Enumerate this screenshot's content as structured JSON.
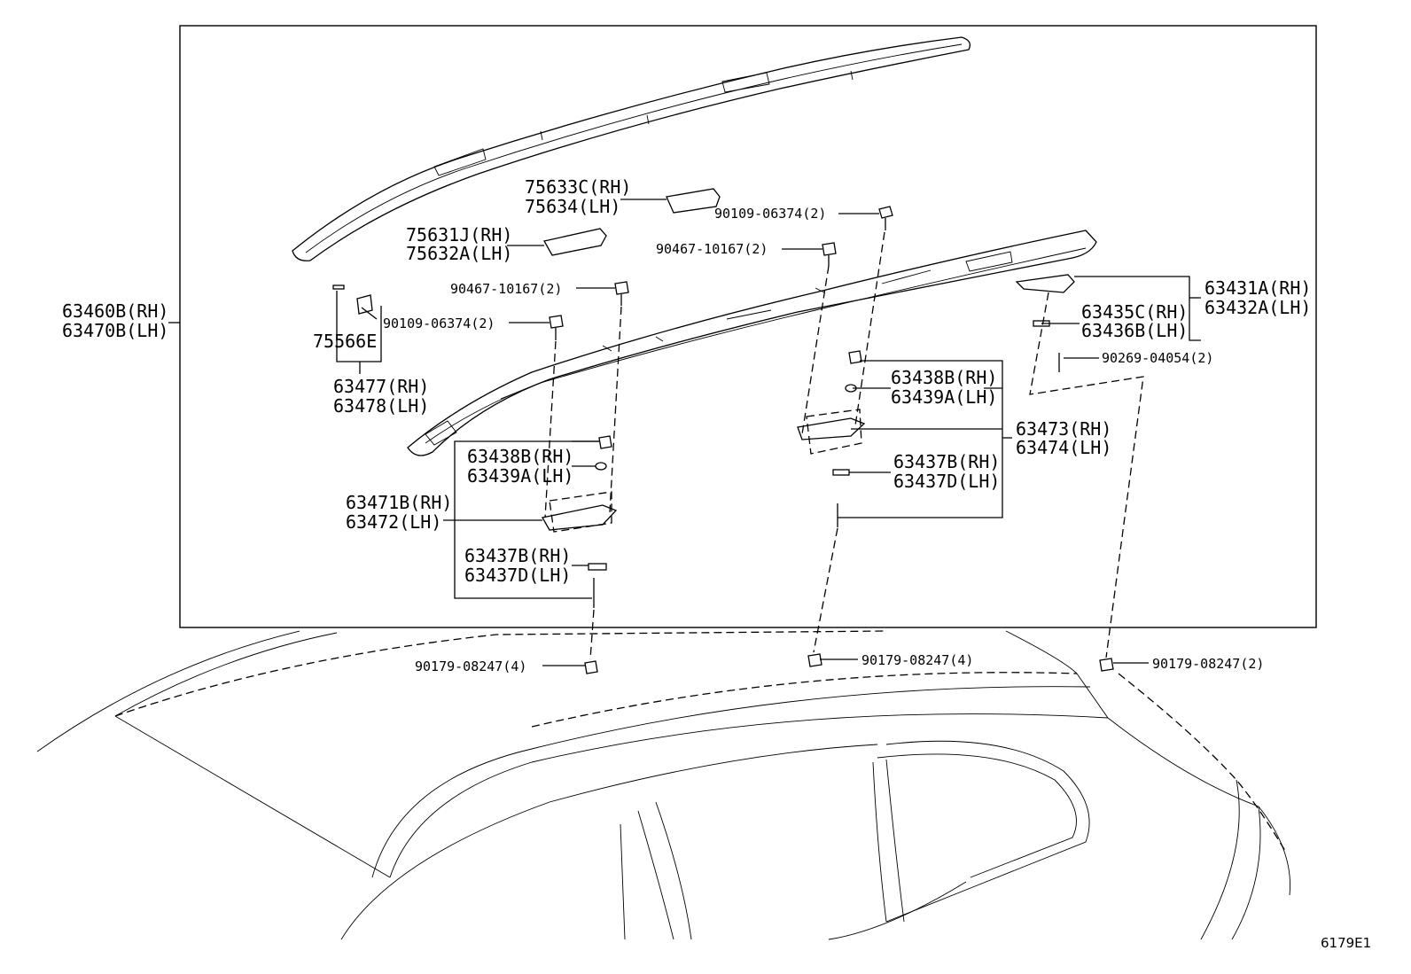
{
  "figure_ref": "6179E1",
  "labels": {
    "rail_rh": "63460B(RH)",
    "rail_lh": "63470B(LH)",
    "cover_front_rh": "75633C(RH)",
    "cover_front_lh": "75634(LH)",
    "cover_rear_rh": "75631J(RH)",
    "cover_rear_lh": "75632A(LH)",
    "bolt_top_right": "90109-06374(2)",
    "clip_mid": "90467-10167(2)",
    "clip_left": "90467-10167(2)",
    "bolt_left": "90109-06374(2)",
    "pad": "75566E",
    "end_cover_rh": "63477(RH)",
    "end_cover_lh": "63478(LH)",
    "cover_end_rh": "63431A(RH)",
    "cover_end_lh": "63432A(LH)",
    "gasket_end_rh": "63435C(RH)",
    "gasket_end_lh": "63436B(LH)",
    "screw_end": "90269-04054(2)",
    "washer_mid_rh": "63438B(RH)",
    "washer_mid_lh": "63439A(LH)",
    "leg_mid_rh": "63473(RH)",
    "leg_mid_lh": "63474(LH)",
    "pad_mid_rh": "63437B(RH)",
    "pad_mid_lh": "63437D(LH)",
    "washer_left_rh": "63438B(RH)",
    "washer_left_lh": "63439A(LH)",
    "leg_left_rh": "63471B(RH)",
    "leg_left_lh": "63472(LH)",
    "pad_left_rh": "63437B(RH)",
    "pad_left_lh": "63437D(LH)",
    "nut_left": "90179-08247(4)",
    "nut_mid": "90179-08247(4)",
    "nut_right": "90179-08247(2)"
  }
}
